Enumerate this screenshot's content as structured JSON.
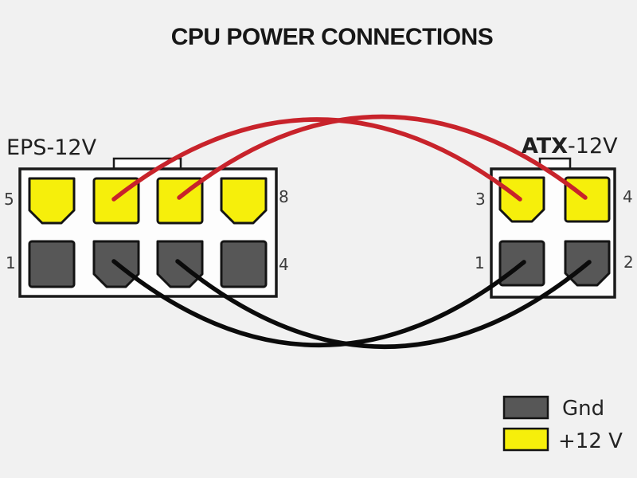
{
  "title": "CPU POWER CONNECTIONS",
  "colors": {
    "background": "#f1f1f1",
    "body_fill": "#fdfdfd",
    "v12": "#f6ef0b",
    "gnd": "#575757",
    "wire_12v": "#c8232b",
    "wire_gnd": "#0b0b0b"
  },
  "connectors": {
    "eps": {
      "label": "EPS-12V",
      "corner_numbers": {
        "top_left": "5",
        "top_right": "8",
        "bottom_left": "1",
        "bottom_right": "4"
      }
    },
    "atx": {
      "label_bold": "ATX",
      "label_rest": "-12V",
      "corner_numbers": {
        "top_left": "3",
        "top_right": "4",
        "bottom_left": "1",
        "bottom_right": "2"
      }
    }
  },
  "legend": {
    "gnd_label": "Gnd",
    "plus12_label": "+12 V"
  }
}
